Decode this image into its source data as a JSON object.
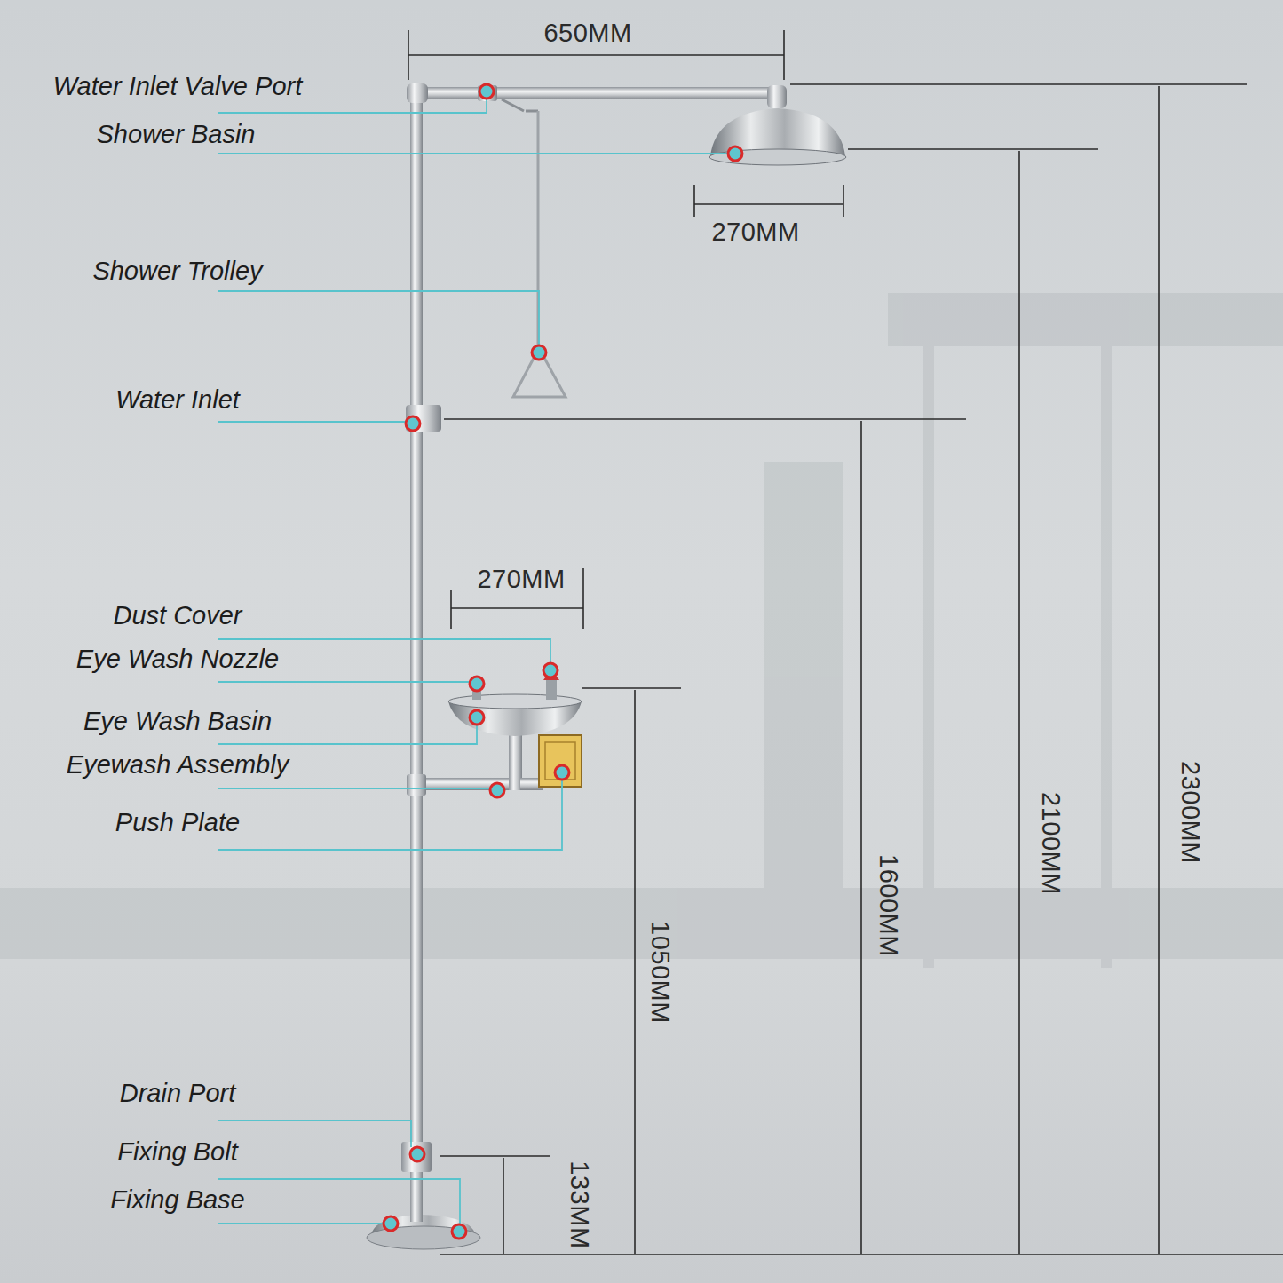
{
  "diagram": {
    "labels": [
      "650MM",
      "Water Inlet Valve Port",
      "Shower Basin",
      "270MM",
      "Shower Trolley",
      "Water Inlet",
      "270MM",
      "Dust Cover",
      "Eye Wash Nozzle",
      "Eye Wash Basin",
      "Eyewash Assembly",
      "Push Plate",
      "1050MM",
      "1600MM",
      "2100MM",
      "2300MM",
      "Drain Port",
      "Fixing Bolt",
      "Fixing Base",
      "133MM"
    ]
  }
}
